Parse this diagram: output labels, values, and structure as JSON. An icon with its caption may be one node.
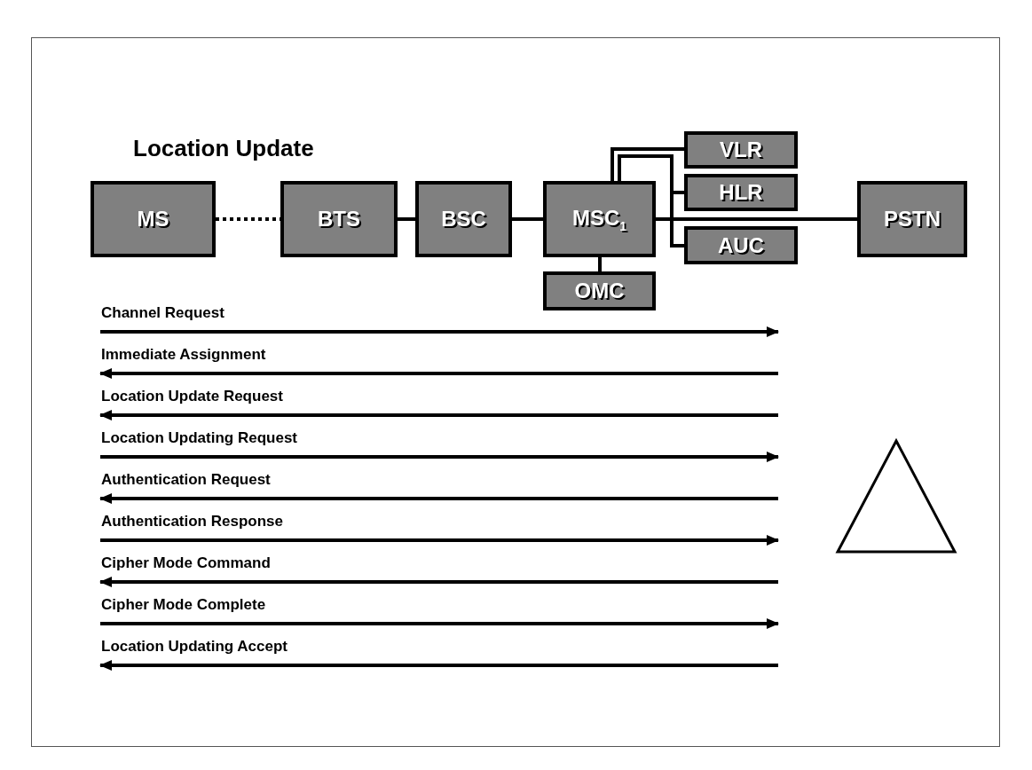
{
  "diagram": {
    "title": "Location Update",
    "nodes": [
      {
        "text": [
          "MS"
        ]
      },
      {
        "text": [
          "BTS"
        ]
      },
      {
        "text": [
          "BSC"
        ]
      },
      {
        "text": [
          "MSC$_{1}$"
        ]
      },
      {
        "text": [
          "VLR"
        ]
      },
      {
        "text": [
          "HLR"
        ]
      },
      {
        "text": [
          "AUC"
        ]
      },
      {
        "text": [
          "PSTN"
        ]
      },
      {
        "text": [
          "OMC"
        ]
      },
      {
        "text": [],
        "shape": "triangle"
      }
    ],
    "edges": [
      {
        "from": 0,
        "to": 1,
        "arrow": "none",
        "style": "dashed"
      },
      {
        "from": 1,
        "to": 2,
        "arrow": "none"
      },
      {
        "from": 2,
        "to": 3,
        "arrow": "none"
      },
      {
        "from": 3,
        "to": 4,
        "arrow": "none"
      },
      {
        "from": 3,
        "to": 5,
        "arrow": "none"
      },
      {
        "from": 3,
        "to": 6,
        "arrow": "none"
      },
      {
        "from": 3,
        "to": 7,
        "arrow": "none"
      },
      {
        "from": 3,
        "to": 8,
        "arrow": "none"
      }
    ],
    "labels": [
      "Channel Request",
      "Immediate Assignment",
      "Location Update Request",
      "Location Updating Request",
      "Authentication Request",
      "Authentication Response",
      "Cipher Mode Command",
      "Cipher Mode Complete",
      "Location Updating Accept"
    ]
  }
}
